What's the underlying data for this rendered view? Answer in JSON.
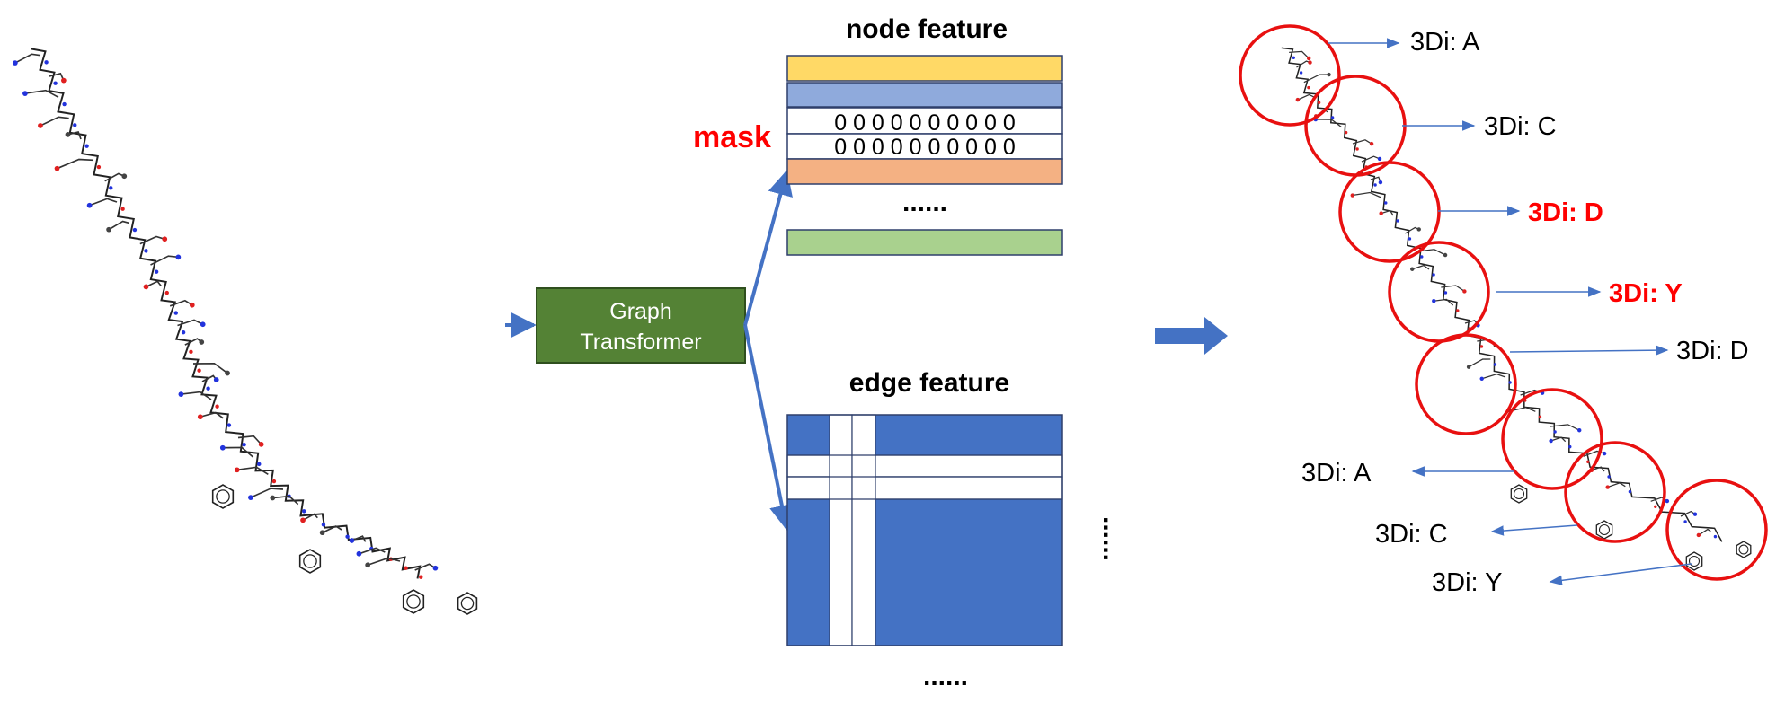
{
  "node_panel": {
    "title": "node feature",
    "mask_label": "mask",
    "masked_row_1": "0 0 0 0 0 0 0 0 0 0",
    "masked_row_2": "0 0 0 0 0 0 0 0 0 0",
    "ellipsis": "......"
  },
  "model": {
    "line1": "Graph",
    "line2": "Transformer"
  },
  "edge_panel": {
    "title": "edge feature",
    "ellipsis_bottom": "......",
    "ellipsis_side": "......"
  },
  "residues": [
    {
      "label": "3Di:  A",
      "highlight": false
    },
    {
      "label": "3Di:  C",
      "highlight": false
    },
    {
      "label": "3Di:  D",
      "highlight": true
    },
    {
      "label": "3Di:  Y",
      "highlight": true
    },
    {
      "label": "3Di:  D",
      "highlight": false
    },
    {
      "label": "3Di:  A",
      "highlight": false
    },
    {
      "label": "3Di:  C",
      "highlight": false
    },
    {
      "label": "3Di:  Y",
      "highlight": false
    }
  ],
  "colors": {
    "node_row_1": "#FFD966",
    "node_row_2": "#8FAADC",
    "node_row_3": "#F4B183",
    "node_row_4": "#A9D18E",
    "transformer_fill": "#548235",
    "edge_blue": "#4472C4",
    "highlight_red": "#FF0000",
    "circle_red": "#E81010",
    "arrow_blue": "#4472C4"
  },
  "icons": {
    "molecule_left": "peptide-structure-icon",
    "molecule_right": "peptide-structure-icon",
    "flow_arrow": "right-arrow-icon"
  }
}
